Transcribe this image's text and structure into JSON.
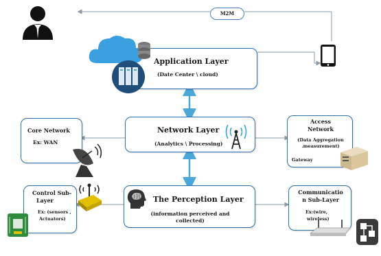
{
  "m2m_label": "M2M",
  "application_layer": {
    "title": "Application Layer",
    "subtitle": "(Date Center \\ cloud)"
  },
  "network_layer": {
    "title": "Network Layer",
    "subtitle": "(Analytics \\ Processing)"
  },
  "core_network": {
    "title": "Core Network",
    "subtitle": "Ex: WAN"
  },
  "access_network": {
    "title_line1": "Access",
    "title_line2": "Network",
    "subtitle_line1": "(Data Aggregation",
    "subtitle_line2": ".measurement)",
    "device_label": "Gateway"
  },
  "control_sublayer": {
    "title_line1": "Control Sub-",
    "title_line2": "Layer",
    "subtitle_line1": "Ex: (sensors ,",
    "subtitle_line2": "Actuators)"
  },
  "perception_layer": {
    "title": "The Perception Layer",
    "subtitle_line1": "(information perceived and",
    "subtitle_line2": "collected)"
  },
  "communication_sublayer": {
    "title_line1": "Communicatio",
    "title_line2": "n Sub-Layer",
    "subtitle_line1": "Ex:(wire,",
    "subtitle_line2": "wireless)"
  },
  "colors": {
    "box_border": "#2f6fb0",
    "arrow_vertical": "#4aa8d8",
    "arrow_gray": "#8a9aa8",
    "cloud": "#3aa0e0"
  },
  "icons": [
    "user-icon",
    "tablet-icon",
    "cloud-icon",
    "server-icon",
    "data-center-icon",
    "antenna-tower-icon",
    "satellite-dish-icon",
    "gateway-device-icon",
    "sensor-icon",
    "circuit-board-icon",
    "brain-head-icon",
    "router-icon",
    "network-switch-icon"
  ]
}
